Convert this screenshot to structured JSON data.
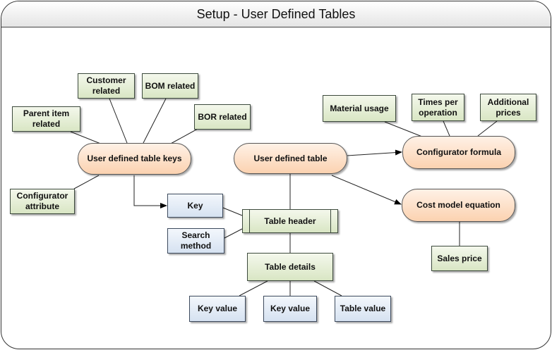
{
  "title": "Setup - User Defined Tables",
  "nodes": {
    "customer_related": "Customer related",
    "bom_related": "BOM related",
    "parent_item_related": "Parent item related",
    "bor_related": "BOR related",
    "user_defined_table_keys": "User defined table keys",
    "configurator_attribute": "Configurator attribute",
    "key": "Key",
    "search_method": "Search method",
    "user_defined_table": "User defined table",
    "table_header": "Table header",
    "table_details": "Table details",
    "key_value_1": "Key value",
    "key_value_2": "Key value",
    "table_value": "Table value",
    "material_usage": "Material usage",
    "times_per_operation": "Times per operation",
    "additional_prices": "Additional prices",
    "configurator_formula": "Configurator formula",
    "cost_model_equation": "Cost model equation",
    "sales_price": "Sales price"
  }
}
